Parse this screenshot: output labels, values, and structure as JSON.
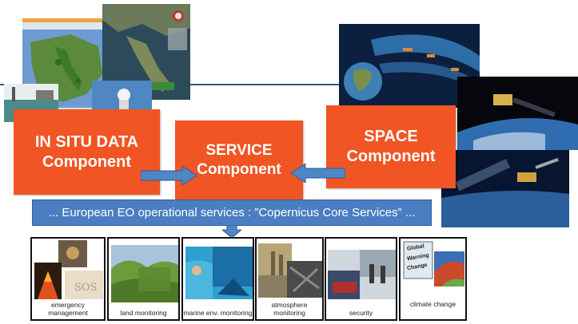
{
  "components": {
    "in_situ": {
      "line1": "IN SITU DATA",
      "line2": "Component"
    },
    "service": {
      "line1": "SERVICE",
      "line2": "Component"
    },
    "space": {
      "line1": "SPACE",
      "line2": "Component"
    }
  },
  "banner": {
    "text": "... European EO operational services : ”Copernicus Core Services” ..."
  },
  "services": [
    {
      "label": "emergency management"
    },
    {
      "label": "land monitoring"
    },
    {
      "label": "marine env. monitoring"
    },
    {
      "label": "atmosphere monitoring"
    },
    {
      "label": "security"
    },
    {
      "label": "climate change"
    }
  ],
  "signs": {
    "sos": "SOS",
    "sign1": "Global",
    "sign2": "Warning",
    "sign3": "Change"
  },
  "colors": {
    "component": "#f05523",
    "banner": "#4a7ec1",
    "arrow": "#4f86c6"
  }
}
